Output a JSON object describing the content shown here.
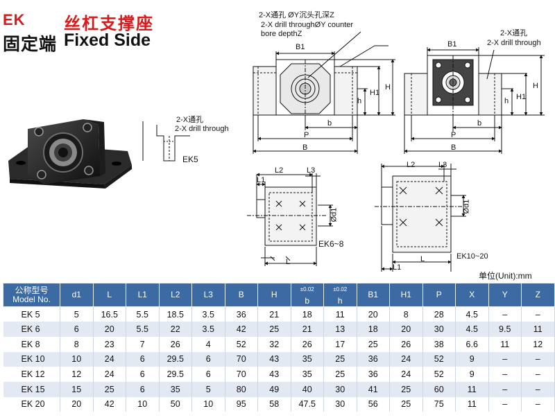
{
  "header": {
    "code": "EK",
    "title_cn": "丝杠支撑座",
    "subtitle_cn": "固定端",
    "subtitle_en": "Fixed Side"
  },
  "labels": {
    "counter_hole_cn": "2-X通孔 ØY沉头孔深Z",
    "counter_hole_en": "2-X drill throughØY counter",
    "counter_hole_en2": "bore depthZ",
    "drill_cn": "2-X通孔",
    "drill_en": "2-X drill through",
    "ek5": "EK5",
    "ek6_8": "EK6~8",
    "ek10_20": "EK10~20",
    "dim_b1": "B1",
    "dim_b": "b",
    "dim_h": "h",
    "dim_h1": "H1",
    "dim_H": "H",
    "dim_p": "P",
    "dim_B": "B",
    "dim_l": "L",
    "dim_l1": "L1",
    "dim_l2": "L2",
    "dim_l3": "L3",
    "dim_d1": "Ød1"
  },
  "unit": "单位(Unit):mm",
  "table": {
    "head_cn": "公称型号",
    "head_en": "Model No.",
    "tol": "±0.02",
    "columns": [
      "d1",
      "L",
      "L1",
      "L2",
      "L3",
      "B",
      "H",
      "b",
      "h",
      "B1",
      "H1",
      "P",
      "X",
      "Y",
      "Z"
    ],
    "rows": [
      [
        "EK  5",
        "5",
        "16.5",
        "5.5",
        "18.5",
        "3.5",
        "36",
        "21",
        "18",
        "11",
        "20",
        "8",
        "28",
        "4.5",
        "–",
        "–"
      ],
      [
        "EK  6",
        "6",
        "20",
        "5.5",
        "22",
        "3.5",
        "42",
        "25",
        "21",
        "13",
        "18",
        "20",
        "30",
        "4.5",
        "9.5",
        "11"
      ],
      [
        "EK  8",
        "8",
        "23",
        "7",
        "26",
        "4",
        "52",
        "32",
        "26",
        "17",
        "25",
        "26",
        "38",
        "6.6",
        "11",
        "12"
      ],
      [
        "EK  10",
        "10",
        "24",
        "6",
        "29.5",
        "6",
        "70",
        "43",
        "35",
        "25",
        "36",
        "24",
        "52",
        "9",
        "–",
        "–"
      ],
      [
        "EK  12",
        "12",
        "24",
        "6",
        "29.5",
        "6",
        "70",
        "43",
        "35",
        "25",
        "36",
        "24",
        "52",
        "9",
        "–",
        "–"
      ],
      [
        "EK  15",
        "15",
        "25",
        "6",
        "35",
        "5",
        "80",
        "49",
        "40",
        "30",
        "41",
        "25",
        "60",
        "11",
        "–",
        "–"
      ],
      [
        "EK  20",
        "20",
        "42",
        "10",
        "50",
        "10",
        "95",
        "58",
        "47.5",
        "30",
        "56",
        "25",
        "75",
        "11",
        "–",
        "–"
      ]
    ]
  }
}
